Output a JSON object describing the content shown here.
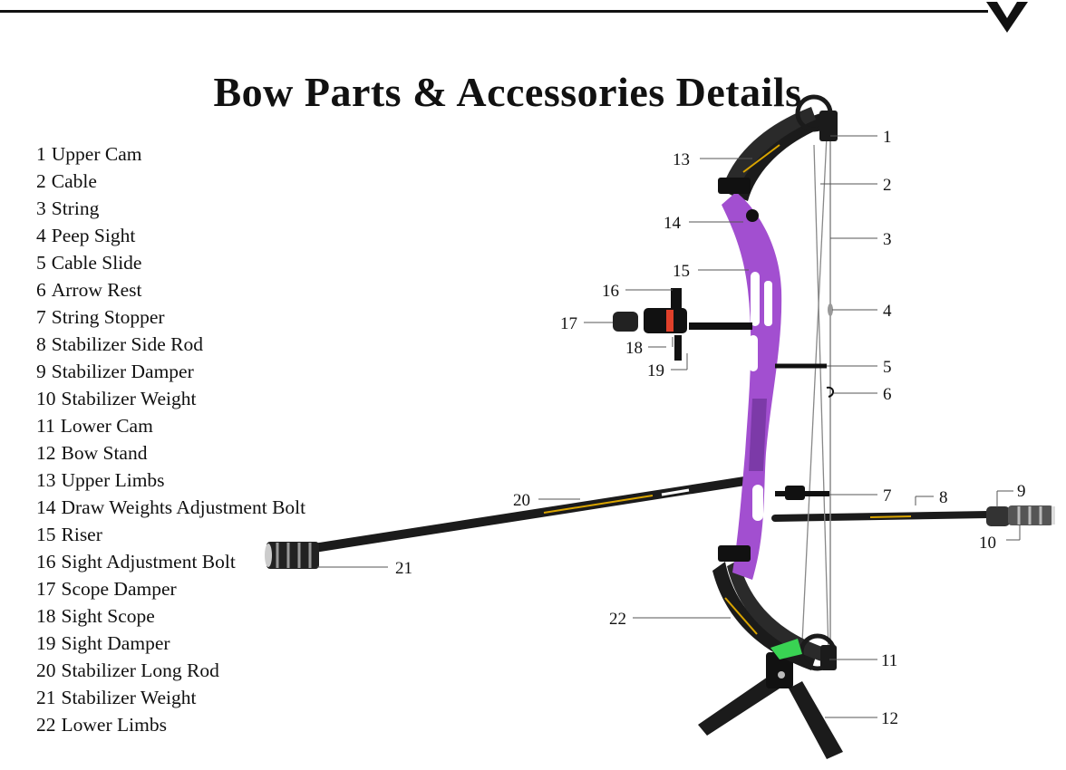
{
  "title": "Bow Parts & Accessories Details",
  "parts": [
    {
      "num": "1",
      "label": "Upper Cam"
    },
    {
      "num": "2",
      "label": "Cable"
    },
    {
      "num": "3",
      "label": "String"
    },
    {
      "num": "4",
      "label": "Peep Sight"
    },
    {
      "num": "5",
      "label": "Cable Slide"
    },
    {
      "num": "6",
      "label": "Arrow Rest"
    },
    {
      "num": "7",
      "label": "String Stopper"
    },
    {
      "num": "8",
      "label": "Stabilizer Side Rod"
    },
    {
      "num": "9",
      "label": "Stabilizer Damper"
    },
    {
      "num": "10",
      "label": "Stabilizer Weight"
    },
    {
      "num": "11",
      "label": "Lower Cam"
    },
    {
      "num": "12",
      "label": "Bow Stand"
    },
    {
      "num": "13",
      "label": "Upper Limbs"
    },
    {
      "num": "14",
      "label": "Draw Weights Adjustment Bolt"
    },
    {
      "num": "15",
      "label": "Riser"
    },
    {
      "num": "16",
      "label": "Sight Adjustment Bolt"
    },
    {
      "num": "17",
      "label": "Scope Damper"
    },
    {
      "num": "18",
      "label": "Sight Scope"
    },
    {
      "num": "19",
      "label": "Sight Damper"
    },
    {
      "num": "20",
      "label": "Stabilizer Long Rod"
    },
    {
      "num": "21",
      "label": "Stabilizer Weight"
    },
    {
      "num": "22",
      "label": "Lower Limbs"
    }
  ],
  "colors": {
    "riser": "#a24fd0",
    "riser_shade": "#7c3aa8",
    "carbon": "#1b1b1b",
    "accent_gold": "#d9a400",
    "accent_green": "#39d353",
    "accent_red": "#e0402a",
    "leader": "#555555"
  }
}
